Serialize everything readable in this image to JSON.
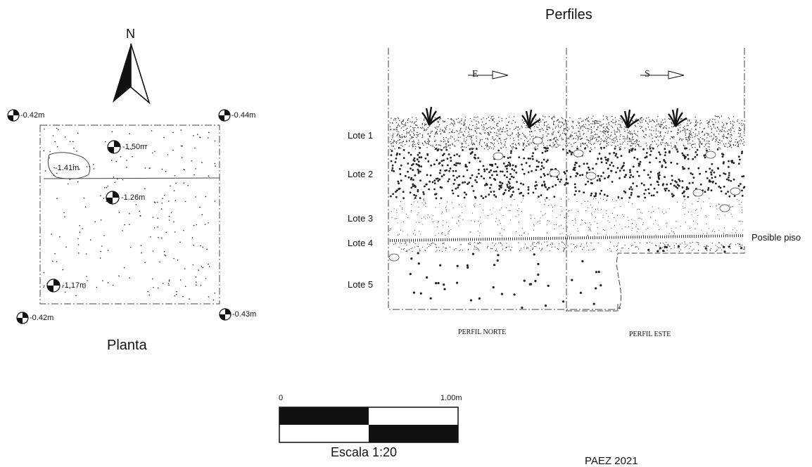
{
  "north_label": "N",
  "plan": {
    "title": "Planta",
    "corner_levels": {
      "nw": "-0.42m",
      "ne": "-0.44m",
      "sw": "-0.42m",
      "se": "-0.43m"
    },
    "interior_levels": [
      "-1.50m",
      "-1.26m",
      "-1.17m"
    ],
    "feature_level": "-1.41m"
  },
  "profiles": {
    "title": "Perfiles",
    "north_profile": {
      "label": "PERFIL NORTE",
      "direction": "E"
    },
    "east_profile": {
      "label": "PERFIL ESTE",
      "direction": "S"
    },
    "lots": [
      "Lote 1",
      "Lote 2",
      "Lote 3",
      "Lote 4",
      "Lote 5"
    ],
    "annotation": "Posible piso"
  },
  "scale": {
    "start": "0",
    "end": "1.00m",
    "label": "Escala 1:20"
  },
  "footer": "PAEZ 2021"
}
